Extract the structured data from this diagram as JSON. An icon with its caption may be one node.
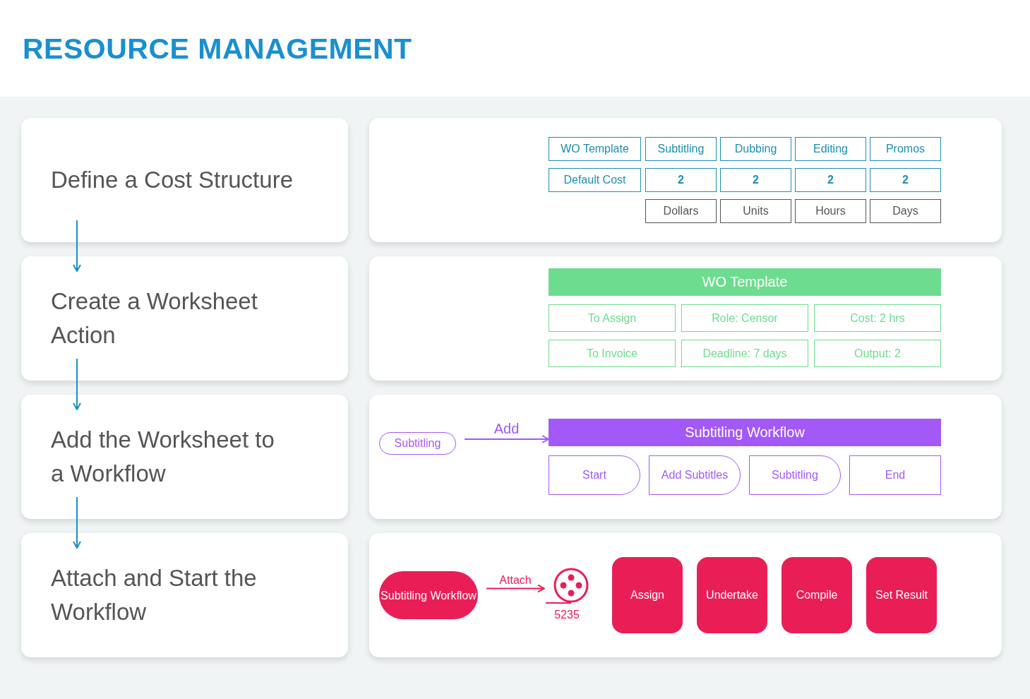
{
  "diagram": {
    "title": "RESOURCE MANAGEMENT",
    "nodes": [
      {
        "text": [
          "Define a Cost Structure"
        ]
      },
      {
        "text": [],
        "shape": "box"
      },
      {
        "text": [
          "WO Template"
        ],
        "in": 1
      },
      {
        "text": [
          "Subtitling"
        ],
        "in": 1
      },
      {
        "text": [
          "Dubbing"
        ],
        "in": 1
      },
      {
        "text": [
          "Editing"
        ],
        "in": 1
      },
      {
        "text": [
          "Promos"
        ],
        "in": 1
      },
      {
        "text": [
          "Default Cost"
        ],
        "in": 1
      },
      {
        "text": [
          "2"
        ],
        "in": 1
      },
      {
        "text": [
          "2"
        ],
        "in": 1
      },
      {
        "text": [
          "2"
        ],
        "in": 1
      },
      {
        "text": [
          "2"
        ],
        "in": 1
      },
      {
        "text": [
          "Dollars"
        ],
        "in": 1
      },
      {
        "text": [
          "Units"
        ],
        "in": 1
      },
      {
        "text": [
          "Hours"
        ],
        "in": 1
      },
      {
        "text": [
          "Days"
        ],
        "in": 1
      },
      {
        "text": [
          "Create a Worksheet Action"
        ]
      },
      {
        "text": [],
        "shape": "box"
      },
      {
        "text": [
          "WO Template"
        ],
        "in": 17
      },
      {
        "text": [
          "To Assign"
        ],
        "in": 17
      },
      {
        "text": [
          "Role: Censor"
        ],
        "in": 17
      },
      {
        "text": [
          "Cost: 2 hrs"
        ],
        "in": 17
      },
      {
        "text": [
          "To Invoice"
        ],
        "in": 17
      },
      {
        "text": [
          "Deadline: 7 days"
        ],
        "in": 17
      },
      {
        "text": [
          "Output: 2"
        ],
        "in": 17
      },
      {
        "text": [
          "Add the Worksheet to a Workflow"
        ]
      },
      {
        "text": [],
        "shape": "box"
      },
      {
        "text": [
          "Subtitling"
        ],
        "in": 26
      },
      {
        "text": [
          "Subtitling Workflow"
        ],
        "in": 26
      },
      {
        "text": [
          "Start"
        ],
        "in": 26
      },
      {
        "text": [
          "Add Subtitles"
        ],
        "in": 26
      },
      {
        "text": [
          "Subtitling"
        ],
        "in": 26
      },
      {
        "text": [
          "End"
        ],
        "in": 26
      },
      {
        "text": [
          "Attach and Start the Workflow"
        ]
      },
      {
        "text": [],
        "shape": "box"
      },
      {
        "text": [
          "Subtitling Workflow"
        ],
        "in": 34
      },
      {
        "text": [],
        "shape": "circle",
        "beside": [
          "5235"
        ],
        "in": 34
      },
      {
        "text": [
          "Assign"
        ],
        "in": 34
      },
      {
        "text": [
          "Undertake"
        ],
        "in": 34
      },
      {
        "text": [
          "Compile"
        ],
        "in": 34
      },
      {
        "text": [
          "Set Result"
        ],
        "in": 34
      }
    ],
    "edges": [
      {
        "from": 0,
        "to": 16,
        "arrow": "to",
        "color": "#1a8fc4"
      },
      {
        "from": 16,
        "to": 25,
        "arrow": "to",
        "color": "#1a8fc4"
      },
      {
        "from": 25,
        "to": 33,
        "arrow": "to",
        "color": "#1a8fc4"
      },
      {
        "from": 27,
        "to": 28,
        "arrow": "to",
        "label": "Add",
        "color": "#a259f7"
      },
      {
        "from": 35,
        "to": 36,
        "arrow": "to",
        "label": "Attach",
        "color": "#e91e57"
      }
    ]
  }
}
